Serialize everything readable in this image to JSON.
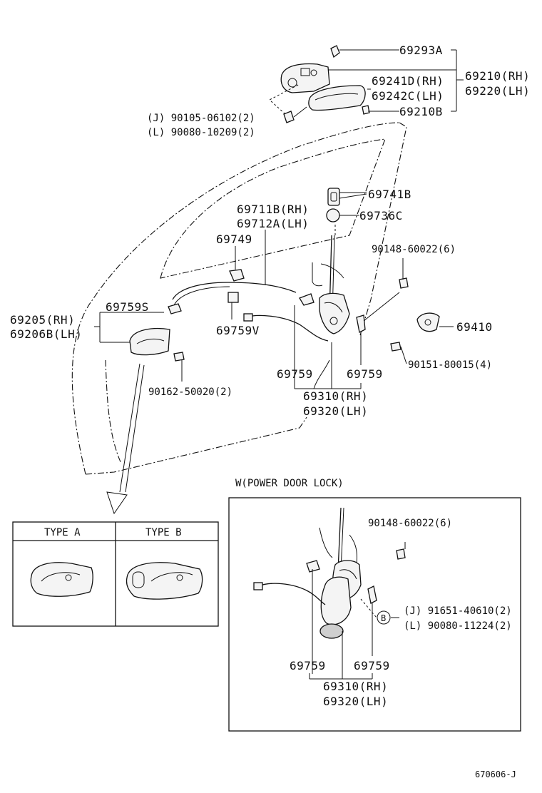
{
  "labels": {
    "p69293A": "69293A",
    "p69241D": "69241D(RH)",
    "p69242C": "69242C(LH)",
    "p69210": "69210(RH)",
    "p69220": "69220(LH)",
    "p69210B": "69210B",
    "j90105": "(J) 90105-06102(2)",
    "l90080a": "(L) 90080-10209(2)",
    "p69741B": "69741B",
    "p69711B": "69711B(RH)",
    "p69712A": "69712A(LH)",
    "p69736C": "69736C",
    "p69749": "69749",
    "p90148a": "90148-60022(6)",
    "p69759S": "69759S",
    "p69205": "69205(RH)",
    "p69206B": "69206B(LH)",
    "p69759V": "69759V",
    "p69410": "69410",
    "p90151": "90151-80015(4)",
    "p69759a": "69759",
    "p69759b": "69759",
    "p69310a": "69310(RH)",
    "p69320a": "69320(LH)",
    "p90162": "90162-50020(2)",
    "powerTitle": "W(POWER DOOR LOCK)",
    "p90148b": "90148-60022(6)",
    "j91651": "(J) 91651-40610(2)",
    "l90080b": "(L) 90080-11224(2)",
    "markerB": "B",
    "p69759c": "69759",
    "p69759d": "69759",
    "p69310b": "69310(RH)",
    "p69320b": "69320(LH)",
    "typeA": "TYPE A",
    "typeB": "TYPE B",
    "diagramCode": "670606-J"
  }
}
